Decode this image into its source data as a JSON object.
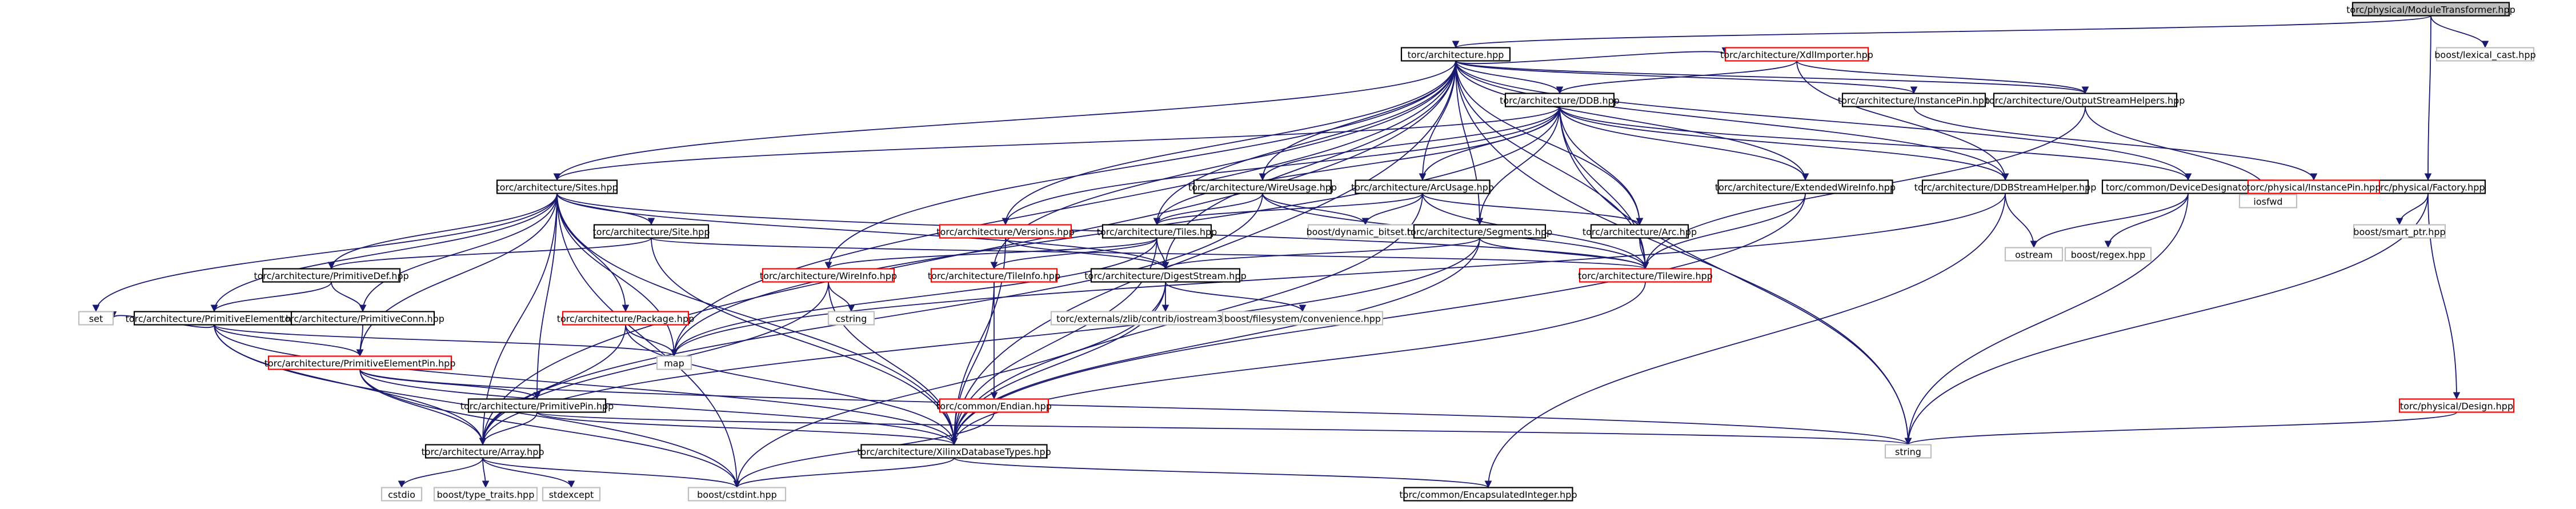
{
  "diagram": {
    "type": "include-dependency-graph",
    "colors": {
      "edge": "#191970",
      "text": "#000000",
      "node_border_documented": "#000000",
      "node_border_undocumented": "#ff0000",
      "node_border_external": "#bfbfbf",
      "root_fill": "#bfbfbf"
    },
    "nodes": [
      {
        "id": "modtrans",
        "label": "torc/physical/ModuleTransformer.hpp",
        "kind": "root"
      },
      {
        "id": "arch",
        "label": "torc/architecture.hpp",
        "kind": "doc"
      },
      {
        "id": "lexcast",
        "label": "boost/lexical_cast.hpp",
        "kind": "ext"
      },
      {
        "id": "factory",
        "label": "torc/physical/Factory.hpp",
        "kind": "doc"
      },
      {
        "id": "xdlimp",
        "label": "torc/architecture/XdlImporter.hpp",
        "kind": "undoc"
      },
      {
        "id": "instpin",
        "label": "torc/architecture/InstancePin.hpp",
        "kind": "doc"
      },
      {
        "id": "outstream",
        "label": "torc/architecture/OutputStreamHelpers.hpp",
        "kind": "doc"
      },
      {
        "id": "ddb",
        "label": "torc/architecture/DDB.hpp",
        "kind": "doc"
      },
      {
        "id": "sites",
        "label": "torc/architecture/Sites.hpp",
        "kind": "doc"
      },
      {
        "id": "wireusage",
        "label": "torc/architecture/WireUsage.hpp",
        "kind": "doc"
      },
      {
        "id": "arcusage",
        "label": "torc/architecture/ArcUsage.hpp",
        "kind": "doc"
      },
      {
        "id": "extwire",
        "label": "torc/architecture/ExtendedWireInfo.hpp",
        "kind": "doc"
      },
      {
        "id": "ddbsh",
        "label": "torc/architecture/DDBStreamHelper.hpp",
        "kind": "doc"
      },
      {
        "id": "devdes",
        "label": "torc/common/DeviceDesignator.hpp",
        "kind": "doc"
      },
      {
        "id": "iosfwd",
        "label": "iosfwd",
        "kind": "ext"
      },
      {
        "id": "physinstpin",
        "label": "torc/physical/InstancePin.hpp",
        "kind": "undoc"
      },
      {
        "id": "smartptr",
        "label": "boost/smart_ptr.hpp",
        "kind": "ext"
      },
      {
        "id": "versions",
        "label": "torc/architecture/Versions.hpp",
        "kind": "undoc"
      },
      {
        "id": "tiles",
        "label": "torc/architecture/Tiles.hpp",
        "kind": "doc"
      },
      {
        "id": "dynbitset",
        "label": "boost/dynamic_bitset.hpp",
        "kind": "ext"
      },
      {
        "id": "arc",
        "label": "torc/architecture/Arc.hpp",
        "kind": "doc"
      },
      {
        "id": "segments",
        "label": "torc/architecture/Segments.hpp",
        "kind": "doc"
      },
      {
        "id": "ostream",
        "label": "ostream",
        "kind": "ext"
      },
      {
        "id": "regex",
        "label": "boost/regex.hpp",
        "kind": "ext"
      },
      {
        "id": "site",
        "label": "torc/architecture/Site.hpp",
        "kind": "doc"
      },
      {
        "id": "wireinfo",
        "label": "torc/architecture/WireInfo.hpp",
        "kind": "undoc"
      },
      {
        "id": "tileinfo",
        "label": "torc/architecture/TileInfo.hpp",
        "kind": "undoc"
      },
      {
        "id": "digest",
        "label": "torc/architecture/DigestStream.hpp",
        "kind": "doc"
      },
      {
        "id": "tilewire",
        "label": "torc/architecture/Tilewire.hpp",
        "kind": "undoc"
      },
      {
        "id": "primdef",
        "label": "torc/architecture/PrimitiveDef.hpp",
        "kind": "doc"
      },
      {
        "id": "primelem",
        "label": "torc/architecture/PrimitiveElement.hpp",
        "kind": "doc"
      },
      {
        "id": "primconn",
        "label": "torc/architecture/PrimitiveConn.hpp",
        "kind": "doc"
      },
      {
        "id": "package",
        "label": "torc/architecture/Package.hpp",
        "kind": "undoc"
      },
      {
        "id": "cstring",
        "label": "cstring",
        "kind": "ext"
      },
      {
        "id": "zfstream",
        "label": "torc/externals/zlib/contrib/iostream3/zfstream.h",
        "kind": "ext"
      },
      {
        "id": "fsconv",
        "label": "boost/filesystem/convenience.hpp",
        "kind": "ext"
      },
      {
        "id": "set",
        "label": "set",
        "kind": "ext"
      },
      {
        "id": "map",
        "label": "map",
        "kind": "ext"
      },
      {
        "id": "primelempin",
        "label": "torc/architecture/PrimitiveElementPin.hpp",
        "kind": "undoc"
      },
      {
        "id": "endian",
        "label": "torc/common/Endian.hpp",
        "kind": "undoc"
      },
      {
        "id": "primpin",
        "label": "torc/architecture/PrimitivePin.hpp",
        "kind": "doc"
      },
      {
        "id": "design",
        "label": "torc/physical/Design.hpp",
        "kind": "undoc"
      },
      {
        "id": "array",
        "label": "torc/architecture/Array.hpp",
        "kind": "doc"
      },
      {
        "id": "xdbtypes",
        "label": "torc/architecture/XilinxDatabaseTypes.hpp",
        "kind": "doc"
      },
      {
        "id": "string",
        "label": "string",
        "kind": "ext"
      },
      {
        "id": "cstdio",
        "label": "cstdio",
        "kind": "ext"
      },
      {
        "id": "typetraits",
        "label": "boost/type_traits.hpp",
        "kind": "ext"
      },
      {
        "id": "stdexcept",
        "label": "stdexcept",
        "kind": "ext"
      },
      {
        "id": "cstdint",
        "label": "boost/cstdint.hpp",
        "kind": "ext"
      },
      {
        "id": "encint",
        "label": "torc/common/EncapsulatedInteger.hpp",
        "kind": "doc"
      }
    ],
    "edges": [
      [
        "modtrans",
        "arch"
      ],
      [
        "modtrans",
        "lexcast"
      ],
      [
        "modtrans",
        "factory"
      ],
      [
        "arch",
        "xdlimp"
      ],
      [
        "arch",
        "instpin"
      ],
      [
        "arch",
        "outstream"
      ],
      [
        "arch",
        "ddb"
      ],
      [
        "arch",
        "sites"
      ],
      [
        "arch",
        "wireusage"
      ],
      [
        "arch",
        "arcusage"
      ],
      [
        "arch",
        "extwire"
      ],
      [
        "arch",
        "ddbsh"
      ],
      [
        "arch",
        "devdes"
      ],
      [
        "arch",
        "versions"
      ],
      [
        "arch",
        "tiles"
      ],
      [
        "arch",
        "arc"
      ],
      [
        "arch",
        "segments"
      ],
      [
        "arch",
        "wireinfo"
      ],
      [
        "arch",
        "tileinfo"
      ],
      [
        "arch",
        "digest"
      ],
      [
        "arch",
        "tilewire"
      ],
      [
        "arch",
        "map"
      ],
      [
        "arch",
        "array"
      ],
      [
        "arch",
        "xdbtypes"
      ],
      [
        "arch",
        "string"
      ],
      [
        "xdlimp",
        "ddb"
      ],
      [
        "xdlimp",
        "outstream"
      ],
      [
        "xdlimp",
        "ddbsh"
      ],
      [
        "instpin",
        "physinstpin"
      ],
      [
        "outstream",
        "iosfwd"
      ],
      [
        "outstream",
        "tilewire"
      ],
      [
        "ddb",
        "sites"
      ],
      [
        "ddb",
        "wireusage"
      ],
      [
        "ddb",
        "arcusage"
      ],
      [
        "ddb",
        "extwire"
      ],
      [
        "ddb",
        "ddbsh"
      ],
      [
        "ddb",
        "devdes"
      ],
      [
        "ddb",
        "versions"
      ],
      [
        "ddb",
        "tiles"
      ],
      [
        "ddb",
        "arc"
      ],
      [
        "ddb",
        "segments"
      ],
      [
        "ddb",
        "tilewire"
      ],
      [
        "ddb",
        "map"
      ],
      [
        "ddb",
        "string"
      ],
      [
        "sites",
        "site"
      ],
      [
        "sites",
        "primdef"
      ],
      [
        "sites",
        "primelem"
      ],
      [
        "sites",
        "primconn"
      ],
      [
        "sites",
        "package"
      ],
      [
        "sites",
        "primelempin"
      ],
      [
        "sites",
        "primpin"
      ],
      [
        "sites",
        "digest"
      ],
      [
        "sites",
        "xdbtypes"
      ],
      [
        "sites",
        "array"
      ],
      [
        "sites",
        "set"
      ],
      [
        "sites",
        "map"
      ],
      [
        "sites",
        "cstdint"
      ],
      [
        "sites",
        "tilewire"
      ],
      [
        "wireusage",
        "tiles"
      ],
      [
        "wireusage",
        "dynbitset"
      ],
      [
        "wireusage",
        "array"
      ],
      [
        "wireusage",
        "tilewire"
      ],
      [
        "arcusage",
        "tiles"
      ],
      [
        "arcusage",
        "dynbitset"
      ],
      [
        "arcusage",
        "arc"
      ],
      [
        "arcusage",
        "tilewire"
      ],
      [
        "arcusage",
        "xdbtypes"
      ],
      [
        "extwire",
        "tilewire"
      ],
      [
        "extwire",
        "xdbtypes"
      ],
      [
        "ddbsh",
        "ostream"
      ],
      [
        "ddbsh",
        "map"
      ],
      [
        "ddbsh",
        "encint"
      ],
      [
        "devdes",
        "ostream"
      ],
      [
        "devdes",
        "regex"
      ],
      [
        "devdes",
        "string"
      ],
      [
        "factory",
        "smartptr"
      ],
      [
        "factory",
        "design"
      ],
      [
        "factory",
        "string"
      ],
      [
        "versions",
        "digest"
      ],
      [
        "versions",
        "xdbtypes"
      ],
      [
        "tiles",
        "wireinfo"
      ],
      [
        "tiles",
        "tileinfo"
      ],
      [
        "tiles",
        "digest"
      ],
      [
        "tiles",
        "xdbtypes"
      ],
      [
        "tiles",
        "map"
      ],
      [
        "arc",
        "tilewire"
      ],
      [
        "segments",
        "digest"
      ],
      [
        "segments",
        "array"
      ],
      [
        "segments",
        "tilewire"
      ],
      [
        "segments",
        "xdbtypes"
      ],
      [
        "site",
        "primdef"
      ],
      [
        "site",
        "xdbtypes"
      ],
      [
        "site",
        "tilewire"
      ],
      [
        "wireinfo",
        "xdbtypes"
      ],
      [
        "wireinfo",
        "cstring"
      ],
      [
        "wireinfo",
        "array"
      ],
      [
        "tileinfo",
        "xdbtypes"
      ],
      [
        "tileinfo",
        "endian"
      ],
      [
        "digest",
        "zfstream"
      ],
      [
        "digest",
        "fsconv"
      ],
      [
        "digest",
        "xdbtypes"
      ],
      [
        "digest",
        "cstdint"
      ],
      [
        "tilewire",
        "xdbtypes"
      ],
      [
        "primdef",
        "primelem"
      ],
      [
        "primdef",
        "primconn"
      ],
      [
        "primelem",
        "primelempin"
      ],
      [
        "primelem",
        "array"
      ],
      [
        "primelem",
        "set"
      ],
      [
        "primelem",
        "map"
      ],
      [
        "primelem",
        "xdbtypes"
      ],
      [
        "primelem",
        "cstdint"
      ],
      [
        "primconn",
        "primelempin"
      ],
      [
        "package",
        "array"
      ],
      [
        "package",
        "map"
      ],
      [
        "package",
        "xdbtypes"
      ],
      [
        "primelempin",
        "primpin"
      ],
      [
        "primelempin",
        "array"
      ],
      [
        "primelempin",
        "xdbtypes"
      ],
      [
        "primelempin",
        "string"
      ],
      [
        "primelempin",
        "cstdint"
      ],
      [
        "endian",
        "cstdint"
      ],
      [
        "primpin",
        "array"
      ],
      [
        "primpin",
        "xdbtypes"
      ],
      [
        "primpin",
        "string"
      ],
      [
        "design",
        "string"
      ],
      [
        "array",
        "cstdio"
      ],
      [
        "array",
        "typetraits"
      ],
      [
        "array",
        "stdexcept"
      ],
      [
        "array",
        "cstdint"
      ],
      [
        "xdbtypes",
        "cstdint"
      ],
      [
        "xdbtypes",
        "encint"
      ]
    ]
  }
}
